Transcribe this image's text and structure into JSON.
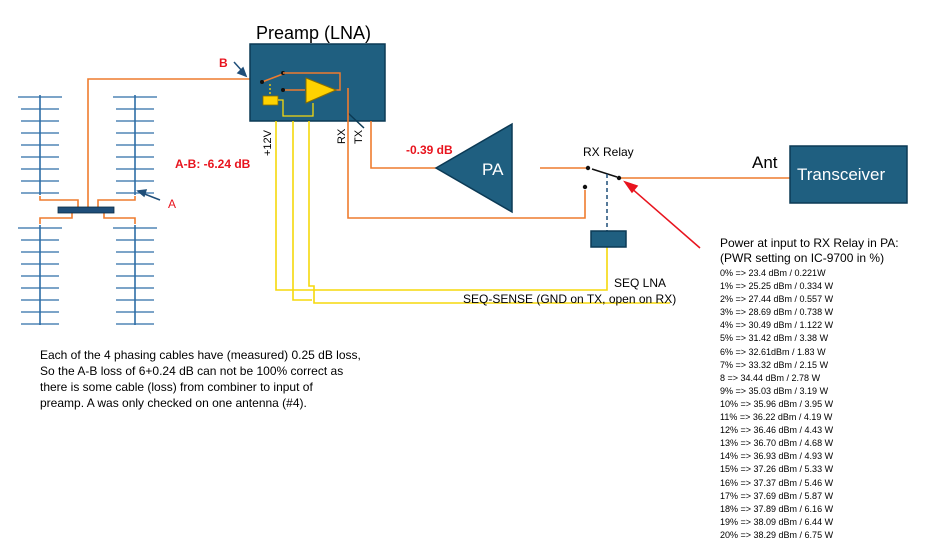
{
  "preamp": {
    "title": "Preamp (LNA)"
  },
  "labels": {
    "b": "B",
    "a": "A",
    "loss_ab": "A-B: -6.24 dB",
    "loss_pa": "-0.39 dB",
    "pin_12v": "+12V",
    "pin_rx": "RX",
    "pin_tx": "TX",
    "pa": "PA",
    "rx_relay": "RX Relay",
    "ant": "Ant",
    "transceiver": "Transceiver",
    "seq_lna": "SEQ LNA",
    "seq_sense": "SEQ-SENSE (GND on TX, open on RX)"
  },
  "note_lines": [
    "Each of the 4 phasing cables have (measured) 0.25 dB loss,",
    "So the A-B loss of 6+0.24 dB can not be 100% correct as",
    "there is some cable (loss) from combiner to input of",
    "preamp. A was only checked on one antenna (#4)."
  ],
  "power_heading": [
    "Power at input to RX Relay in PA:",
    "(PWR setting on IC-9700 in %)"
  ],
  "power_table": [
    "0% => 23.4 dBm / 0.221W",
    "1% => 25.25 dBm / 0.334 W",
    "2% => 27.44 dBm / 0.557 W",
    "3% => 28.69 dBm / 0.738 W",
    "4% => 30.49 dBm / 1.122 W",
    "5% => 31.42 dBm / 3.38 W",
    "6% => 32.61dBm / 1.83 W",
    "7% => 33.32 dBm / 2.15 W",
    "8 => 34.44 dBm / 2.78 W",
    "9% => 35.03 dBm / 3.19 W",
    "10% => 35.96 dBm / 3.95 W",
    "11% => 36.22 dBm / 4.19 W",
    "12% => 36.46 dBm / 4.43 W",
    "13% => 36.70 dBm / 4.68 W",
    "14% => 36.93 dBm / 4.93 W",
    "15% => 37.26 dBm / 5.33 W",
    "16% => 37.37 dBm / 5.46 W",
    "17% => 37.69 dBm / 5.87 W",
    "18% => 37.89 dBm / 6.16 W",
    "19% => 38.09 dBm / 6.44 W",
    "20% => 38.29 dBm / 6.75 W"
  ],
  "colors": {
    "box_fill": "#1f5f80",
    "box_border": "#0b3a55",
    "coax": "#ee7c2f",
    "control_wire": "#f5d80c",
    "highlight": "#e8141e",
    "antenna": "#1f4e79",
    "lna_triangle": "#ffd200"
  }
}
